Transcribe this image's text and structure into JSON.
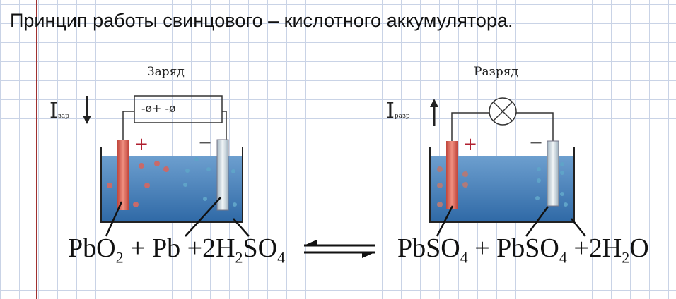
{
  "title": "Принцип работы свинцового – кислотного аккумулятора.",
  "charge": {
    "label": "Заряд",
    "current_symbol": "I",
    "current_sub": "зар",
    "source_text": "-ø+  -ø",
    "plus": "+",
    "minus": "−"
  },
  "discharge": {
    "label": "Разряд",
    "current_symbol": "I",
    "current_sub": "разр",
    "plus": "+",
    "minus": "−"
  },
  "equation": {
    "left": [
      {
        "t": "PbO"
      },
      {
        "s": "2"
      },
      {
        "t": " + Pb +2H"
      },
      {
        "s": "2"
      },
      {
        "t": "SO"
      },
      {
        "s": "4"
      }
    ],
    "right": [
      {
        "t": "PbSO"
      },
      {
        "s": "4"
      },
      {
        "t": " + PbSO"
      },
      {
        "s": "4"
      },
      {
        "t": " +2H"
      },
      {
        "s": "2"
      },
      {
        "t": "O"
      }
    ]
  },
  "colors": {
    "electrolyte": "#3f78b4",
    "anode": "#d9675a",
    "cathode": "#c8d4dc",
    "margin": "#a03030"
  }
}
